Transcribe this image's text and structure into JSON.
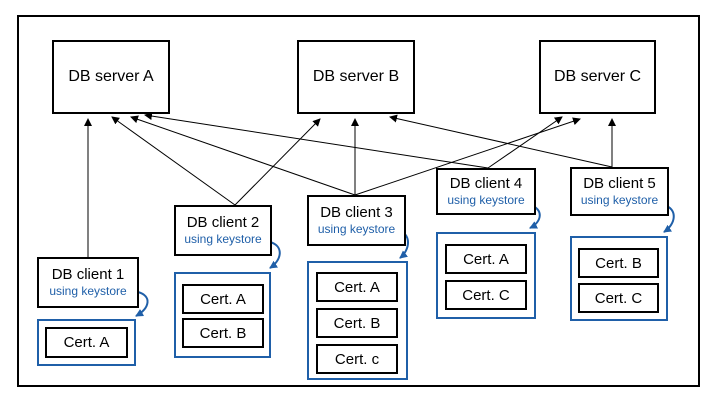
{
  "servers": [
    {
      "label": "DB server A"
    },
    {
      "label": "DB server B"
    },
    {
      "label": "DB server C"
    }
  ],
  "clients": [
    {
      "label": "DB client 1",
      "sublabel": "using keystore",
      "certs": [
        "Cert. A"
      ]
    },
    {
      "label": "DB client 2",
      "sublabel": "using keystore",
      "certs": [
        "Cert. A",
        "Cert. B"
      ]
    },
    {
      "label": "DB client 3",
      "sublabel": "using keystore",
      "certs": [
        "Cert. A",
        "Cert. B",
        "Cert. c"
      ]
    },
    {
      "label": "DB client 4",
      "sublabel": "using keystore",
      "certs": [
        "Cert. A",
        "Cert. C"
      ]
    },
    {
      "label": "DB client 5",
      "sublabel": "using keystore",
      "certs": [
        "Cert. B",
        "Cert. C"
      ]
    }
  ],
  "colors": {
    "border": "#000000",
    "keystore": "#1f5fa8",
    "background": "#ffffff"
  }
}
